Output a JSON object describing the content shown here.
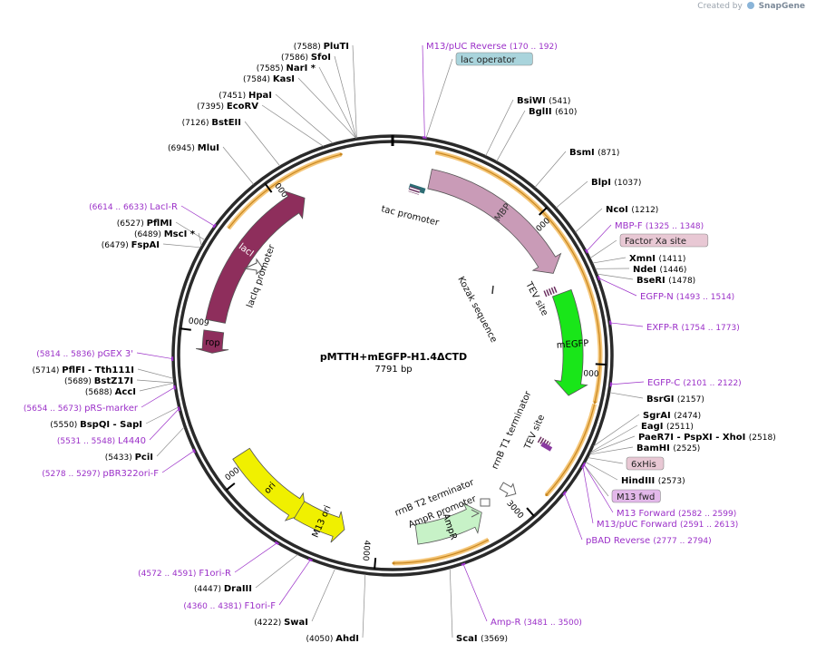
{
  "credit": {
    "prefix": "Created by",
    "brand": "SnapGene"
  },
  "plasmid": {
    "name": "pMTTH+mEGFP-H1.4ΔCTD",
    "length_label": "7791 bp",
    "length": 7791
  },
  "colors": {
    "enzyme": "#000000",
    "primer": "#9b30c8",
    "backbone": "#222222",
    "orange_band": "#f5c678"
  },
  "ticks": [
    {
      "label": "1000",
      "pos": 1000
    },
    {
      "label": "2000",
      "pos": 2000
    },
    {
      "label": "3000",
      "pos": 3000
    },
    {
      "label": "4000",
      "pos": 4000
    },
    {
      "label": "5000",
      "pos": 5000
    },
    {
      "label": "6000",
      "pos": 6000
    },
    {
      "label": "7000",
      "pos": 7000
    }
  ],
  "features": [
    {
      "name": "lacI",
      "start": 6080,
      "end": 7160,
      "dir": 1,
      "color": "#8e2e5c",
      "labelColor": "#ffffff"
    },
    {
      "name": "MBP",
      "start": 258,
      "end": 1362,
      "dir": 1,
      "color": "#c99bb7",
      "labelColor": "#333333"
    },
    {
      "name": "mEGFP",
      "start": 1510,
      "end": 2225,
      "dir": 1,
      "color": "#19e619",
      "labelColor": "#000000"
    },
    {
      "name": "rop",
      "start": 6010,
      "end": 5860,
      "dir": -1,
      "color": "#8e2e5c",
      "labelColor": "#000000"
    },
    {
      "name": "ori",
      "start": 5130,
      "end": 4520,
      "dir": -1,
      "color": "#f0f000",
      "labelColor": "#000000"
    },
    {
      "name": "M13 ori",
      "start": 4570,
      "end": 4230,
      "dir": -1,
      "color": "#f0f000",
      "labelColor": "#000000"
    },
    {
      "name": "AmpR",
      "start": 3730,
      "end": 3255,
      "dir": -1,
      "color": "#c7f2c7",
      "labelColor": "#000000"
    }
  ],
  "inner_labels": [
    {
      "name": "tac promoter"
    },
    {
      "name": "lacIq promoter"
    },
    {
      "name": "Kozak sequence"
    },
    {
      "name": "TEV site"
    },
    {
      "name": "TEV site"
    },
    {
      "name": "rrnB T1 terminator"
    },
    {
      "name": "rrnB T2 terminator"
    },
    {
      "name": "AmpR promoter"
    }
  ],
  "labels": [
    {
      "name": "PluTI",
      "pos": "(7588)",
      "kind": "enzyme",
      "site": 7588
    },
    {
      "name": "SfoI",
      "pos": "(7586)",
      "kind": "enzyme",
      "site": 7586
    },
    {
      "name": "NarI *",
      "pos": "(7585)",
      "kind": "enzyme",
      "site": 7585
    },
    {
      "name": "KasI",
      "pos": "(7584)",
      "kind": "enzyme",
      "site": 7584
    },
    {
      "name": "HpaI",
      "pos": "(7451)",
      "kind": "enzyme",
      "site": 7451
    },
    {
      "name": "EcoRV",
      "pos": "(7395)",
      "kind": "enzyme",
      "site": 7395
    },
    {
      "name": "BstEII",
      "pos": "(7126)",
      "kind": "enzyme",
      "site": 7126
    },
    {
      "name": "MluI",
      "pos": "(6945)",
      "kind": "enzyme",
      "site": 6945
    },
    {
      "name": "LacI-R",
      "pos": "(6614 .. 6633)",
      "kind": "primer",
      "site": 6623
    },
    {
      "name": "PflMI",
      "pos": "(6527)",
      "kind": "enzyme",
      "site": 6527
    },
    {
      "name": "MscI *",
      "pos": "(6489)",
      "kind": "enzyme",
      "site": 6489
    },
    {
      "name": "FspAI",
      "pos": "(6479)",
      "kind": "enzyme",
      "site": 6479
    },
    {
      "name": "pGEX 3'",
      "pos": "(5814 .. 5836)",
      "kind": "primer",
      "site": 5825
    },
    {
      "name": "PflFI - Tth111I",
      "pos": "(5714)",
      "kind": "enzyme",
      "site": 5714
    },
    {
      "name": "BstZ17I",
      "pos": "(5689)",
      "kind": "enzyme",
      "site": 5689
    },
    {
      "name": "AccI",
      "pos": "(5688)",
      "kind": "enzyme",
      "site": 5688
    },
    {
      "name": "pRS-marker",
      "pos": "(5654 .. 5673)",
      "kind": "primer",
      "site": 5663
    },
    {
      "name": "BspQI - SapI",
      "pos": "(5550)",
      "kind": "enzyme",
      "site": 5550
    },
    {
      "name": "L4440",
      "pos": "(5531 .. 5548)",
      "kind": "primer",
      "site": 5540
    },
    {
      "name": "PciI",
      "pos": "(5433)",
      "kind": "enzyme",
      "site": 5433
    },
    {
      "name": "pBR322ori-F",
      "pos": "(5278 .. 5297)",
      "kind": "primer",
      "site": 5288
    },
    {
      "name": "F1ori-R",
      "pos": "(4572 .. 4591)",
      "kind": "primer",
      "site": 4581
    },
    {
      "name": "DraIII",
      "pos": "(4447)",
      "kind": "enzyme",
      "site": 4447
    },
    {
      "name": "F1ori-F",
      "pos": "(4360 .. 4381)",
      "kind": "primer",
      "site": 4370
    },
    {
      "name": "SwaI",
      "pos": "(4222)",
      "kind": "enzyme",
      "site": 4222
    },
    {
      "name": "AhdI",
      "pos": "(4050)",
      "kind": "enzyme",
      "site": 4050
    },
    {
      "name": "M13/pUC Reverse",
      "pos": "(170 .. 192)",
      "kind": "primer",
      "site": 181
    },
    {
      "name": "lac operator",
      "pos": "",
      "kind": "feature",
      "site": 190,
      "box": "#a9d4dc"
    },
    {
      "name": "BsiWI",
      "pos": "(541)",
      "kind": "enzyme",
      "site": 541
    },
    {
      "name": "BglII",
      "pos": "(610)",
      "kind": "enzyme",
      "site": 610
    },
    {
      "name": "BsmI",
      "pos": "(871)",
      "kind": "enzyme",
      "site": 871
    },
    {
      "name": "BlpI",
      "pos": "(1037)",
      "kind": "enzyme",
      "site": 1037
    },
    {
      "name": "NcoI",
      "pos": "(1212)",
      "kind": "enzyme",
      "site": 1212
    },
    {
      "name": "MBP-F",
      "pos": "(1325 .. 1348)",
      "kind": "primer",
      "site": 1336
    },
    {
      "name": "Factor Xa site",
      "pos": "",
      "kind": "feature",
      "site": 1380,
      "box": "#e8c8d4"
    },
    {
      "name": "XmnI",
      "pos": "(1411)",
      "kind": "enzyme",
      "site": 1411
    },
    {
      "name": "NdeI",
      "pos": "(1446)",
      "kind": "enzyme",
      "site": 1446
    },
    {
      "name": "BseRI",
      "pos": "(1478)",
      "kind": "enzyme",
      "site": 1478
    },
    {
      "name": "EGFP-N",
      "pos": "(1493 .. 1514)",
      "kind": "primer",
      "site": 1503
    },
    {
      "name": "EXFP-R",
      "pos": "(1754 .. 1773)",
      "kind": "primer",
      "site": 1763
    },
    {
      "name": "EGFP-C",
      "pos": "(2101 .. 2122)",
      "kind": "primer",
      "site": 2111
    },
    {
      "name": "BsrGI",
      "pos": "(2157)",
      "kind": "enzyme",
      "site": 2157
    },
    {
      "name": "SgrAI",
      "pos": "(2474)",
      "kind": "enzyme",
      "site": 2474
    },
    {
      "name": "EagI",
      "pos": "(2511)",
      "kind": "enzyme",
      "site": 2511
    },
    {
      "name": "PaeR7I - PspXI - XhoI",
      "pos": "(2518)",
      "kind": "enzyme",
      "site": 2518
    },
    {
      "name": "BamHI",
      "pos": "(2525)",
      "kind": "enzyme",
      "site": 2525
    },
    {
      "name": "6xHis",
      "pos": "",
      "kind": "feature",
      "site": 2545,
      "box": "#e8c8d4"
    },
    {
      "name": "HindIII",
      "pos": "(2573)",
      "kind": "enzyme",
      "site": 2573
    },
    {
      "name": "M13 fwd",
      "pos": "",
      "kind": "feature",
      "site": 2590,
      "box": "#e3b8ea"
    },
    {
      "name": "M13 Forward",
      "pos": "(2582 .. 2599)",
      "kind": "primer",
      "site": 2590
    },
    {
      "name": "M13/pUC Forward",
      "pos": "(2591 .. 2613)",
      "kind": "primer",
      "site": 2602
    },
    {
      "name": "pBAD Reverse",
      "pos": "(2777 .. 2794)",
      "kind": "primer",
      "site": 2785
    },
    {
      "name": "Amp-R",
      "pos": "(3481 .. 3500)",
      "kind": "primer",
      "site": 3490
    },
    {
      "name": "ScaI",
      "pos": "(3569)",
      "kind": "enzyme",
      "site": 3569
    }
  ]
}
